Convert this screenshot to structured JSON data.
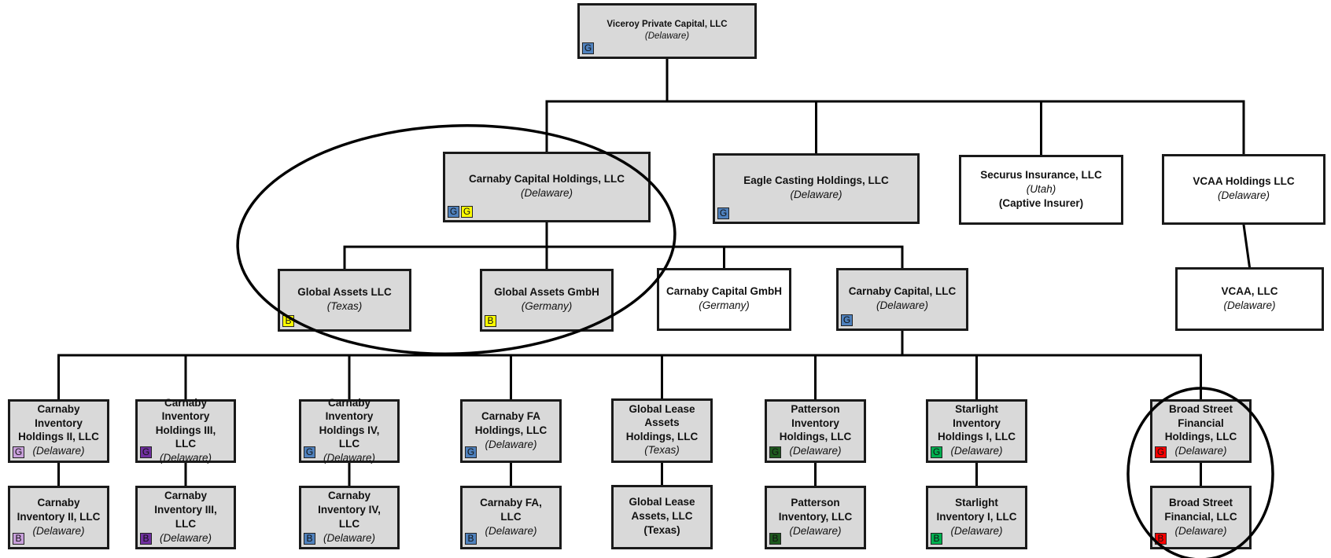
{
  "colors": {
    "box_fill": "#d9d9d9",
    "box_fill_white": "#ffffff",
    "line": "#000000",
    "badge_blue": "#4f81bd",
    "badge_yellow": "#ffff00",
    "badge_lavender": "#c9a0dc",
    "badge_purple": "#7030a0",
    "badge_dark_green": "#1e5a1e",
    "badge_green": "#00b050",
    "badge_red": "#ff0000"
  },
  "entities": [
    {
      "id": "viceroy",
      "name": "Viceroy Private Capital, LLC",
      "jurisdiction": "(Delaware)",
      "badges": [
        {
          "letter": "G",
          "color": "#4f81bd"
        }
      ]
    },
    {
      "id": "carnaby-capital-holdings",
      "name": "Carnaby Capital Holdings, LLC",
      "jurisdiction": "(Delaware)",
      "badges": [
        {
          "letter": "G",
          "color": "#4f81bd"
        },
        {
          "letter": "G",
          "color": "#ffff00"
        }
      ]
    },
    {
      "id": "eagle-casting",
      "name": "Eagle Casting Holdings, LLC",
      "jurisdiction": "(Delaware)",
      "badges": [
        {
          "letter": "G",
          "color": "#4f81bd"
        }
      ]
    },
    {
      "id": "securus",
      "name": "Securus Insurance, LLC",
      "jurisdiction": "(Utah)",
      "note": "(Captive Insurer)",
      "badges": []
    },
    {
      "id": "vcaa-holdings",
      "name": "VCAA Holdings LLC",
      "jurisdiction": "(Delaware)",
      "badges": []
    },
    {
      "id": "global-assets-llc",
      "name": "Global Assets LLC",
      "jurisdiction": "(Texas)",
      "badges": [
        {
          "letter": "B",
          "color": "#ffff00"
        }
      ]
    },
    {
      "id": "global-assets-gmbh",
      "name": "Global Assets GmbH",
      "jurisdiction": "(Germany)",
      "badges": [
        {
          "letter": "B",
          "color": "#ffff00"
        }
      ]
    },
    {
      "id": "carnaby-capital-gmbh",
      "name": "Carnaby Capital GmbH",
      "jurisdiction": "(Germany)",
      "badges": []
    },
    {
      "id": "carnaby-capital-llc",
      "name": "Carnaby Capital, LLC",
      "jurisdiction": "(Delaware)",
      "badges": [
        {
          "letter": "G",
          "color": "#4f81bd"
        }
      ]
    },
    {
      "id": "vcaa-llc",
      "name": "VCAA, LLC",
      "jurisdiction": "(Delaware)",
      "badges": []
    },
    {
      "id": "cih-ii",
      "name": "Carnaby Inventory Holdings II, LLC",
      "jurisdiction": "(Delaware)",
      "badges": [
        {
          "letter": "G",
          "color": "#c9a0dc"
        }
      ]
    },
    {
      "id": "cih-iii",
      "name": "Carnaby Inventory Holdings III, LLC",
      "jurisdiction": "(Delaware)",
      "badges": [
        {
          "letter": "G",
          "color": "#7030a0"
        }
      ]
    },
    {
      "id": "cih-iv",
      "name": "Carnaby Inventory Holdings IV, LLC",
      "jurisdiction": "(Delaware)",
      "badges": [
        {
          "letter": "G",
          "color": "#4f81bd"
        }
      ]
    },
    {
      "id": "carnaby-fa-holdings",
      "name": "Carnaby FA Holdings, LLC",
      "jurisdiction": "(Delaware)",
      "badges": [
        {
          "letter": "G",
          "color": "#4f81bd"
        }
      ]
    },
    {
      "id": "glah",
      "name": "Global Lease Assets Holdings, LLC",
      "jurisdiction": "(Texas)",
      "badges": []
    },
    {
      "id": "pih",
      "name": "Patterson Inventory Holdings, LLC",
      "jurisdiction": "(Delaware)",
      "badges": [
        {
          "letter": "G",
          "color": "#1e5a1e"
        }
      ]
    },
    {
      "id": "sih",
      "name": "Starlight Inventory Holdings I, LLC",
      "jurisdiction": "(Delaware)",
      "badges": [
        {
          "letter": "G",
          "color": "#00b050"
        }
      ]
    },
    {
      "id": "bsfh",
      "name": "Broad Street Financial Holdings, LLC",
      "jurisdiction": "(Delaware)",
      "badges": [
        {
          "letter": "G",
          "color": "#ff0000"
        }
      ]
    },
    {
      "id": "ci-ii",
      "name": "Carnaby Inventory II, LLC",
      "jurisdiction": "(Delaware)",
      "badges": [
        {
          "letter": "B",
          "color": "#c9a0dc"
        }
      ]
    },
    {
      "id": "ci-iii",
      "name": "Carnaby Inventory III, LLC",
      "jurisdiction": "(Delaware)",
      "badges": [
        {
          "letter": "B",
          "color": "#7030a0"
        }
      ]
    },
    {
      "id": "ci-iv",
      "name": "Carnaby Inventory IV, LLC",
      "jurisdiction": "(Delaware)",
      "badges": [
        {
          "letter": "B",
          "color": "#4f81bd"
        }
      ]
    },
    {
      "id": "carnaby-fa",
      "name": "Carnaby FA, LLC",
      "jurisdiction": "(Delaware)",
      "badges": [
        {
          "letter": "B",
          "color": "#4f81bd"
        }
      ]
    },
    {
      "id": "gla",
      "name": "Global Lease Assets, LLC",
      "note": "(Texas)",
      "badges": []
    },
    {
      "id": "pi",
      "name": "Patterson Inventory, LLC",
      "jurisdiction": "(Delaware)",
      "badges": [
        {
          "letter": "B",
          "color": "#1e5a1e"
        }
      ]
    },
    {
      "id": "si",
      "name": "Starlight Inventory I, LLC",
      "jurisdiction": "(Delaware)",
      "badges": [
        {
          "letter": "B",
          "color": "#00b050"
        }
      ]
    },
    {
      "id": "bsf",
      "name": "Broad Street Financial, LLC",
      "jurisdiction": "(Delaware)",
      "badges": [
        {
          "letter": "B",
          "color": "#ff0000"
        }
      ]
    }
  ],
  "relationships": [
    {
      "parent": "viceroy",
      "child": "carnaby-capital-holdings"
    },
    {
      "parent": "viceroy",
      "child": "eagle-casting"
    },
    {
      "parent": "viceroy",
      "child": "securus"
    },
    {
      "parent": "viceroy",
      "child": "vcaa-holdings"
    },
    {
      "parent": "carnaby-capital-holdings",
      "child": "global-assets-llc"
    },
    {
      "parent": "carnaby-capital-holdings",
      "child": "global-assets-gmbh"
    },
    {
      "parent": "carnaby-capital-holdings",
      "child": "carnaby-capital-gmbh"
    },
    {
      "parent": "carnaby-capital-holdings",
      "child": "carnaby-capital-llc"
    },
    {
      "parent": "vcaa-holdings",
      "child": "vcaa-llc"
    },
    {
      "parent": "carnaby-capital-llc",
      "child": "cih-ii"
    },
    {
      "parent": "carnaby-capital-llc",
      "child": "cih-iii"
    },
    {
      "parent": "carnaby-capital-llc",
      "child": "cih-iv"
    },
    {
      "parent": "carnaby-capital-llc",
      "child": "carnaby-fa-holdings"
    },
    {
      "parent": "carnaby-capital-llc",
      "child": "glah"
    },
    {
      "parent": "carnaby-capital-llc",
      "child": "pih"
    },
    {
      "parent": "carnaby-capital-llc",
      "child": "sih"
    },
    {
      "parent": "carnaby-capital-llc",
      "child": "bsfh"
    },
    {
      "parent": "cih-ii",
      "child": "ci-ii"
    },
    {
      "parent": "cih-iii",
      "child": "ci-iii"
    },
    {
      "parent": "cih-iv",
      "child": "ci-iv"
    },
    {
      "parent": "carnaby-fa-holdings",
      "child": "carnaby-fa"
    },
    {
      "parent": "glah",
      "child": "gla"
    },
    {
      "parent": "pih",
      "child": "pi"
    },
    {
      "parent": "sih",
      "child": "si"
    },
    {
      "parent": "bsfh",
      "child": "bsf"
    }
  ],
  "highlight_groups": [
    {
      "name": "carnaby-holdings-group",
      "members": [
        "carnaby-capital-holdings",
        "global-assets-llc",
        "global-assets-gmbh"
      ]
    },
    {
      "name": "broad-street-group",
      "members": [
        "bsfh",
        "bsf"
      ]
    }
  ]
}
